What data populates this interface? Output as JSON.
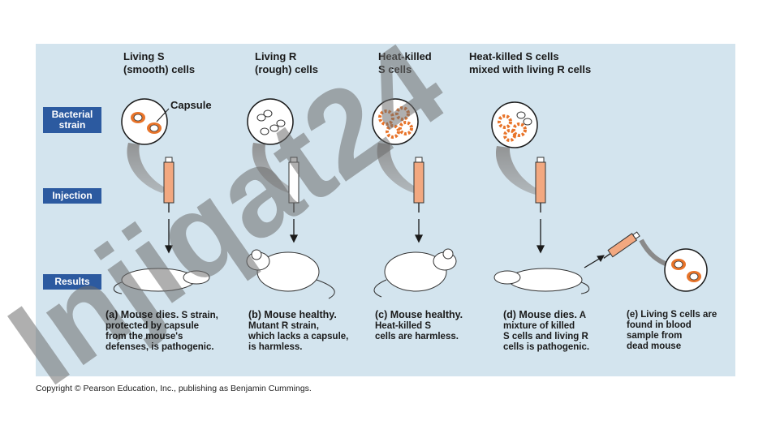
{
  "columns": [
    {
      "header": "Living S\n(smooth) cells",
      "caption_lead": "(a) Mouse dies.",
      "caption_rest": " S strain,\nprotected by capsule\nfrom the mouse's\ndefenses, is pathogenic."
    },
    {
      "header": "Living R\n(rough) cells",
      "caption_lead": "(b) Mouse healthy.",
      "caption_rest": "\nMutant R strain,\nwhich lacks a capsule,\nis harmless."
    },
    {
      "header": "Heat-killed\nS cells",
      "caption_lead": "(c) Mouse healthy.",
      "caption_rest": "\nHeat-killed S\ncells are harmless."
    },
    {
      "header": "Heat-killed S cells\nmixed with living R cells",
      "caption_lead": "(d) Mouse dies.",
      "caption_rest": " A\nmixture of killed\nS cells and living R\ncells is pathogenic."
    },
    {
      "header": "",
      "caption_lead": "(e) Living S cells are\nfound in blood\nsample from\ndead mouse",
      "caption_rest": ""
    }
  ],
  "row_labels": {
    "strain": "Bacterial\nstrain",
    "injection": "Injection",
    "results": "Results"
  },
  "capsule_label": "Capsule",
  "copyright": "Copyright © Pearson Education, Inc., publishing as Benjamin Cummings.",
  "watermark": "Injiqat24",
  "colors": {
    "panel": "#d3e4ee",
    "row_label_bg": "#2c5aa0",
    "capsule": "#e8742a",
    "watermark_purple": "#9f8ee8",
    "watermark_gray": "#6e6e6e"
  }
}
